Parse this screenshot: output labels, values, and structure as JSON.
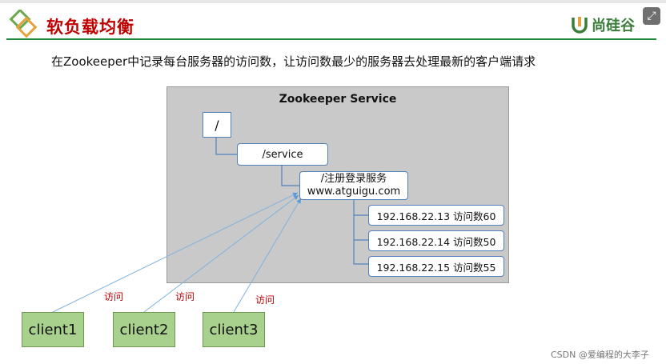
{
  "header": {
    "title": "软负载均衡",
    "brand": "尚硅谷",
    "expand_icon": "⤢"
  },
  "subtitle": "在Zookeeper中记录每台服务器的访问数，让访问数最少的服务器去处理最新的客户端请求",
  "diagram": {
    "service_title": "Zookeeper Service",
    "root_node": "/",
    "service_node": "/service",
    "register_node": {
      "line1": "/注册登录服务",
      "line2": "www.atguigu.com"
    },
    "servers": [
      "192.168.22.13  访问数60",
      "192.168.22.14 访问数50",
      "192.168.22.15 访问数55"
    ],
    "clients": [
      "client1",
      "client2",
      "client3"
    ],
    "access_labels": [
      "访问",
      "访问",
      "访问"
    ]
  },
  "watermark": "CSDN @爱编程的大李子",
  "colors": {
    "title_red": "#c00000",
    "rule_green": "#1f8a3a",
    "node_border": "#4f81bd",
    "client_fill": "#a9d18e",
    "service_fill": "#c9c9c9"
  }
}
